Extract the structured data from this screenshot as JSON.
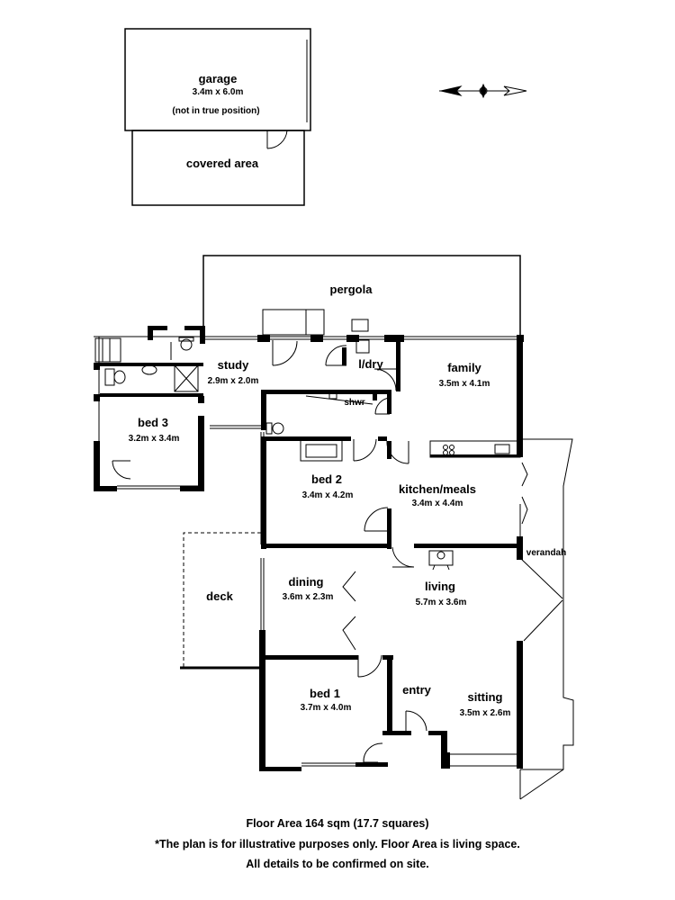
{
  "garage": {
    "name": "garage",
    "dims": "3.4m x 6.0m",
    "note": "(not in true position)"
  },
  "covered_area": {
    "name": "covered area"
  },
  "pergola": {
    "name": "pergola"
  },
  "rooms": {
    "study": {
      "name": "study",
      "dims": "2.9m x 2.0m"
    },
    "ldry": {
      "name": "l/dry"
    },
    "family": {
      "name": "family",
      "dims": "3.5m x 4.1m"
    },
    "shwr": {
      "name": "shwr"
    },
    "bed3": {
      "name": "bed 3",
      "dims": "3.2m x 3.4m"
    },
    "bed2": {
      "name": "bed 2",
      "dims": "3.4m x 4.2m"
    },
    "kitchen": {
      "name": "kitchen/meals",
      "dims": "3.4m x 4.4m"
    },
    "verandah": {
      "name": "verandah"
    },
    "deck": {
      "name": "deck"
    },
    "dining": {
      "name": "dining",
      "dims": "3.6m x 2.3m"
    },
    "living": {
      "name": "living",
      "dims": "5.7m x 3.6m"
    },
    "bed1": {
      "name": "bed 1",
      "dims": "3.7m x 4.0m"
    },
    "entry": {
      "name": "entry"
    },
    "sitting": {
      "name": "sitting",
      "dims": "3.5m x 2.6m"
    }
  },
  "footer": {
    "line1": "Floor Area 164 sqm (17.7 squares)",
    "line2": "*The plan is for illustrative purposes only. Floor Area is living space.",
    "line3": "All details to be confirmed on site."
  },
  "icons": {
    "compass": "compass-arrow-icon"
  },
  "colors": {
    "wall": "#000000",
    "background": "#ffffff",
    "line": "#000000"
  }
}
